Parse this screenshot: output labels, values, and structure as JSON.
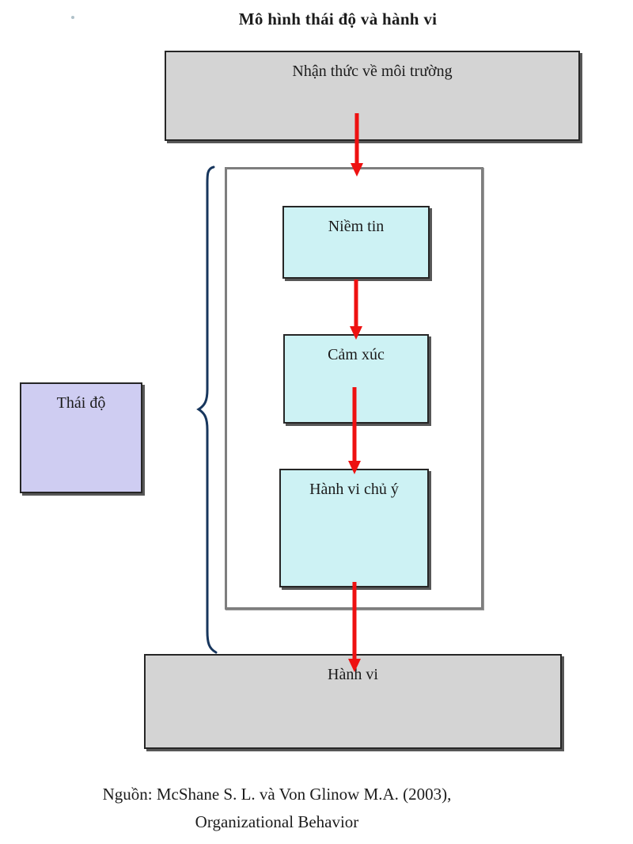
{
  "title": "Mô hình thái độ và hành vi",
  "nodes": {
    "perception": {
      "label": "Nhận thức về môi trường"
    },
    "belief": {
      "label": "Niềm tin"
    },
    "emotion": {
      "label": "Cảm xúc"
    },
    "intention": {
      "label": "Hành vi chủ ý"
    },
    "attitude": {
      "label": "Thái độ"
    },
    "behavior": {
      "label": "Hành vi"
    }
  },
  "edges": [
    {
      "from": "perception",
      "to": "belief"
    },
    {
      "from": "belief",
      "to": "emotion"
    },
    {
      "from": "emotion",
      "to": "intention"
    },
    {
      "from": "intention",
      "to": "behavior"
    }
  ],
  "grouping": {
    "brace_label": "Thái độ",
    "brace_members": [
      "belief",
      "emotion",
      "intention"
    ]
  },
  "colors": {
    "gray_fill": "#d4d4d4",
    "cyan_fill": "#cdf2f4",
    "purple_fill": "#cfcdf2",
    "arrow_red": "#ee1111",
    "brace_navy": "#17365d",
    "frame_gray": "#7e7e7e",
    "box_border": "#262626"
  },
  "source": {
    "line1": "Nguồn: McShane S. L. và Von Glinow M.A. (2003),",
    "line2": "Organizational Behavior"
  }
}
